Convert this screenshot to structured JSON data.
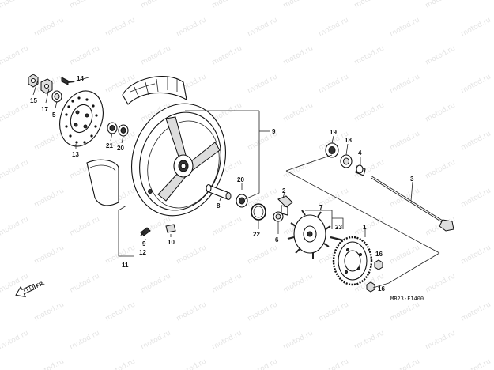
{
  "watermark": "motod.ru",
  "diagram_code": "MB23-F1400",
  "direction_label": "FR.",
  "callouts": {
    "c1": "1",
    "c2": "2",
    "c3": "3",
    "c4": "4",
    "c5": "5",
    "c6": "6",
    "c7": "7",
    "c8": "8",
    "c9": "9",
    "c10": "10",
    "c11": "11",
    "c12": "12",
    "c13": "13",
    "c14": "14",
    "c15": "15",
    "c16a": "16",
    "c16b": "16",
    "c17": "17",
    "c18": "18",
    "c19": "19",
    "c20a": "20",
    "c20b": "20",
    "c21": "21",
    "c22": "22",
    "c23": "23"
  },
  "icons": {
    "direction": "arrow-left-icon"
  }
}
